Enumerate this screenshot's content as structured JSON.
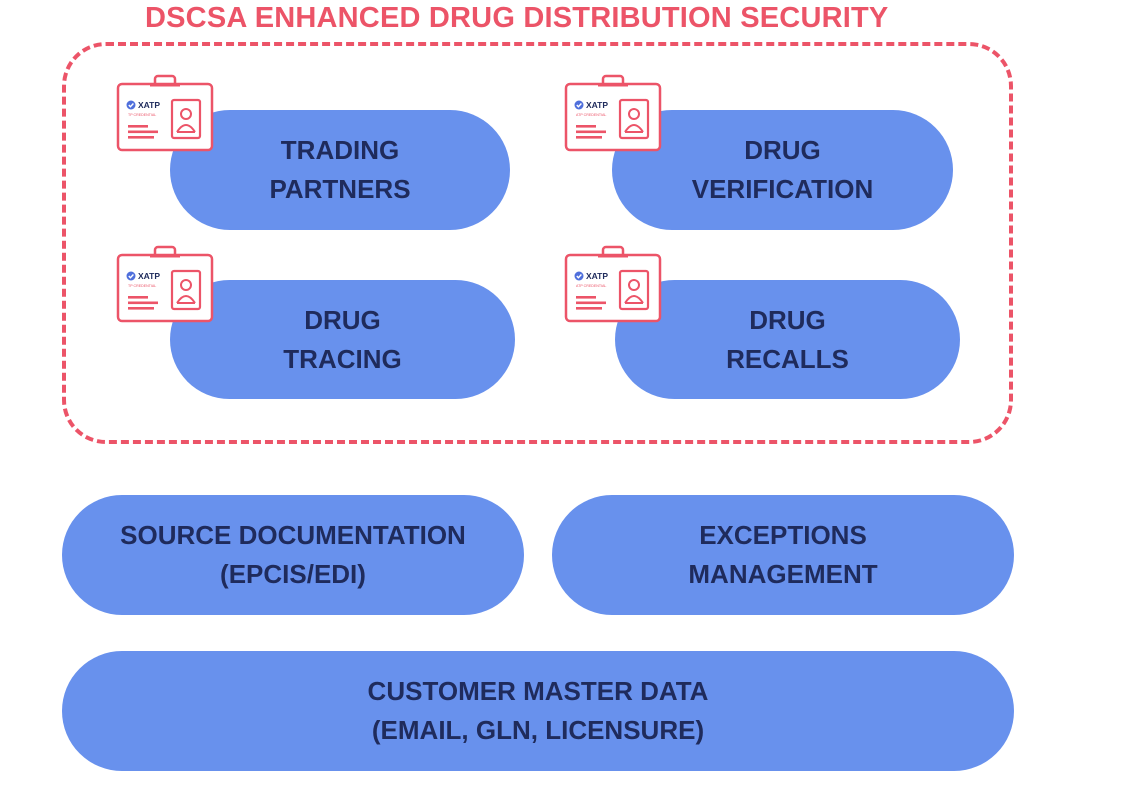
{
  "title": "DSCSA ENHANCED DRUG DISTRIBUTION SECURITY",
  "colors": {
    "accent": "#ec5468",
    "pill": "#6891ed",
    "pill_text": "#1f2b5c"
  },
  "security_items": [
    {
      "line1": "TRADING",
      "line2": "PARTNERS",
      "badge": {
        "brand": "XATP",
        "caption": "TP CREDENTIAL"
      }
    },
    {
      "line1": "DRUG",
      "line2": "VERIFICATION",
      "badge": {
        "brand": "XATP",
        "caption": "ATP CREDENTIAL"
      }
    },
    {
      "line1": "DRUG",
      "line2": "TRACING",
      "badge": {
        "brand": "XATP",
        "caption": "TP CREDENTIAL"
      }
    },
    {
      "line1": "DRUG",
      "line2": "RECALLS",
      "badge": {
        "brand": "XATP",
        "caption": "ATP CREDENTIAL"
      }
    }
  ],
  "foundation": {
    "source_doc": {
      "line1": "SOURCE DOCUMENTATION",
      "line2": "(EPCIS/EDI)"
    },
    "exceptions": {
      "line1": "EXCEPTIONS",
      "line2": "MANAGEMENT"
    },
    "master_data": {
      "line1": "CUSTOMER MASTER DATA",
      "line2": "(EMAIL, GLN, LICENSURE)"
    }
  }
}
